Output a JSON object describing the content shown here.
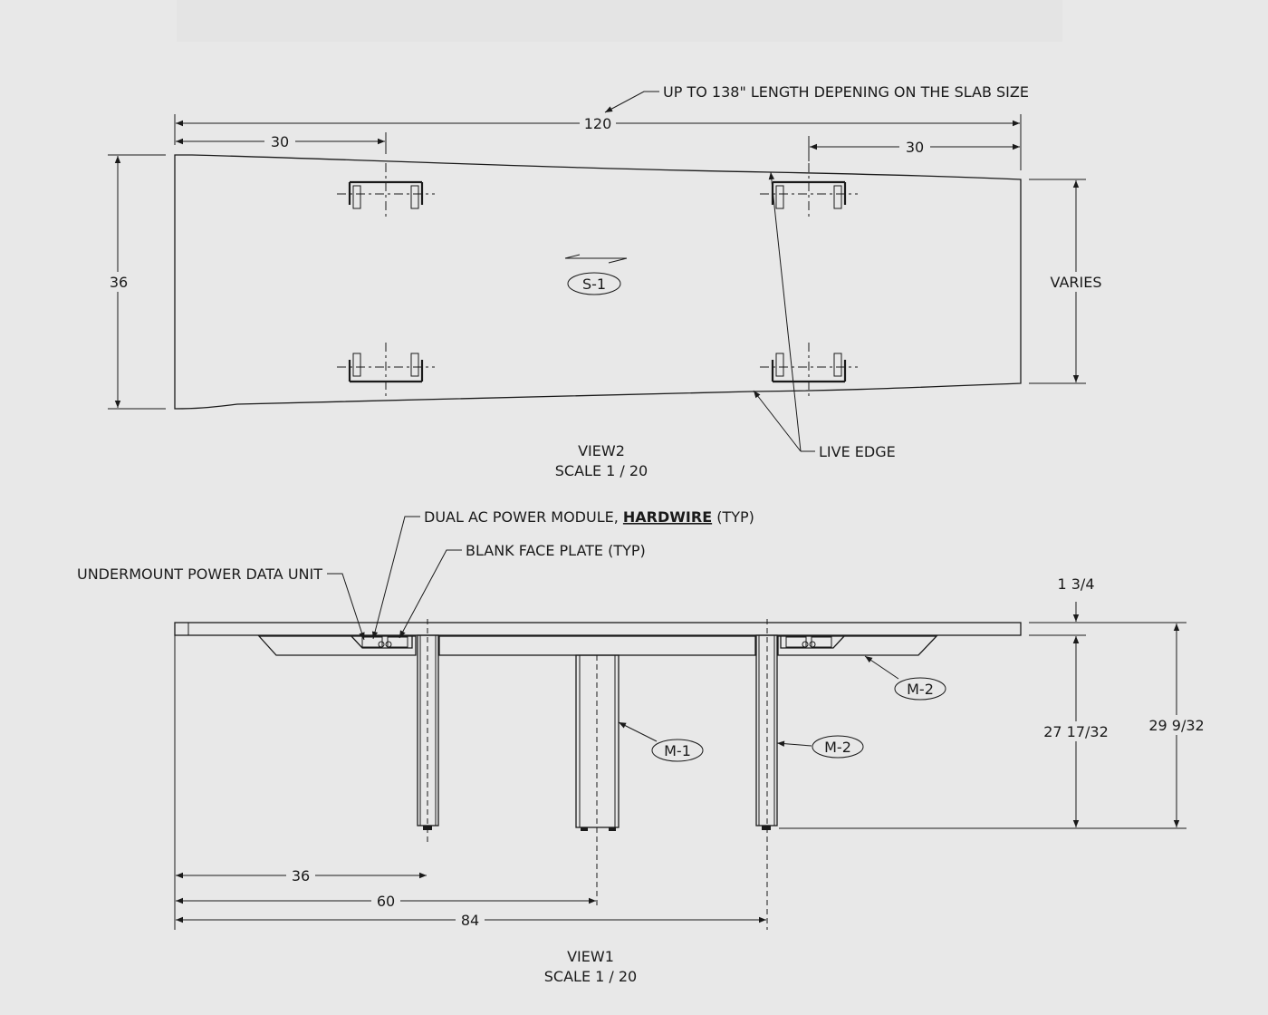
{
  "view2": {
    "note_length": "UP TO 138\" LENGTH DEPENING ON THE SLAB SIZE",
    "dim_total": "120",
    "dim_left": "30",
    "dim_right": "30",
    "dim_depth": "36",
    "dim_varies": "VARIES",
    "tag_s1": "S-1",
    "live_edge": "LIVE EDGE",
    "title": "VIEW2",
    "scale": "SCALE 1 / 20"
  },
  "view1": {
    "dual_ac_pre": "DUAL AC POWER MODULE, ",
    "dual_ac_bold": "HARDWIRE",
    "dual_ac_post": " (TYP)",
    "blank_face": "BLANK FACE PLATE (TYP)",
    "undermount": "UNDERMOUNT POWER DATA UNIT",
    "dim_top": "1 3/4",
    "dim_leg": "27 17/32",
    "dim_overall": "29 9/32",
    "tag_m2_top": "M-2",
    "tag_m1": "M-1",
    "tag_m2_leg": "M-2",
    "dim_36": "36",
    "dim_60": "60",
    "dim_84": "84",
    "title": "VIEW1",
    "scale": "SCALE 1 / 20"
  }
}
